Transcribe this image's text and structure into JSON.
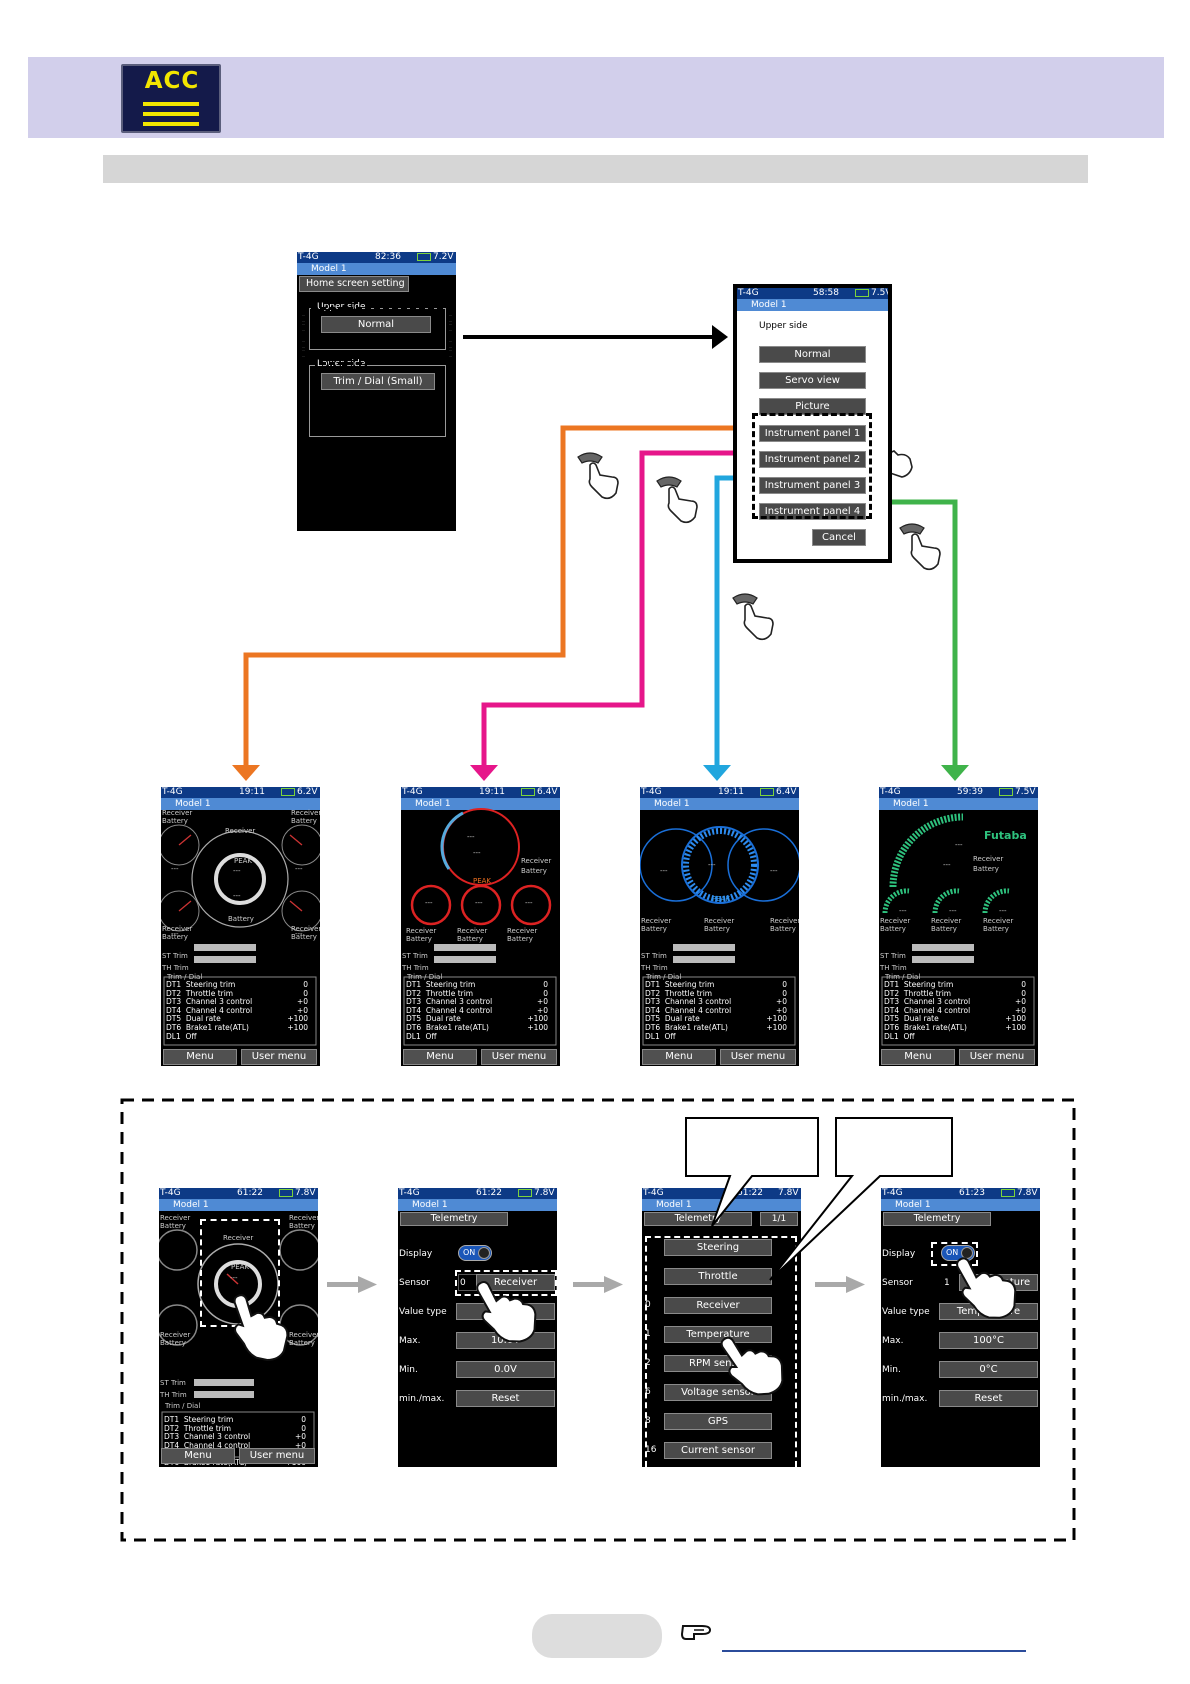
{
  "header": {
    "logo_text": "ACC"
  },
  "screen1": {
    "status_left": "T-4G",
    "status_time": "82:36",
    "status_batt": "7.2V",
    "model": "Model 1",
    "title": "Home screen setting",
    "upper_label": "Upper side",
    "upper_value": "Normal",
    "lower_label": "Lower side",
    "lower_value": "Trim / Dial (Small)"
  },
  "screen2": {
    "status_left": "T-4G",
    "status_time": "58:58",
    "status_batt": "7.5V",
    "model": "Model 1",
    "title": "Upper side",
    "options": [
      "Normal",
      "Servo view",
      "Picture",
      "Instrument panel 1",
      "Instrument panel 2",
      "Instrument panel 3",
      "Instrument panel 4"
    ],
    "cancel": "Cancel"
  },
  "panels": [
    {
      "time": "19:11",
      "batt": "6.2V",
      "model": "Model 1"
    },
    {
      "time": "19:11",
      "batt": "6.4V",
      "model": "Model 1"
    },
    {
      "time": "19:11",
      "batt": "6.4V",
      "model": "Model 1"
    },
    {
      "time": "59:39",
      "batt": "7.5V",
      "model": "Model 1",
      "brand": "Futaba"
    }
  ],
  "common": {
    "status_left": "T-4G",
    "receiver": "Receiver",
    "battery": "Battery",
    "receiver_battery_1": "Receiver",
    "receiver_battery_2": "Battery",
    "peak": "PEAK",
    "dashes": "---",
    "st_trim": "ST Trim",
    "th_trim": "TH Trim",
    "trim_dial": "Trim / Dial",
    "menu": "Menu",
    "user_menu": "User menu",
    "trim_rows": [
      {
        "code": "DT1",
        "name": "Steering trim",
        "val": "0"
      },
      {
        "code": "DT2",
        "name": "Throttle trim",
        "val": "0"
      },
      {
        "code": "DT3",
        "name": "Channel 3 control",
        "val": "+0"
      },
      {
        "code": "DT4",
        "name": "Channel 4 control",
        "val": "+0"
      },
      {
        "code": "DT5",
        "name": "Dual rate",
        "val": "+100"
      },
      {
        "code": "DT6",
        "name": "Brake1 rate(ATL)",
        "val": "+100"
      },
      {
        "code": "DL1",
        "name": "Off",
        "val": ""
      }
    ]
  },
  "bottom": {
    "s1": {
      "time": "61:22",
      "batt": "7.8V",
      "model": "Model 1"
    },
    "s2": {
      "time": "61:22",
      "batt": "7.8V",
      "model": "Model 1",
      "title": "Telemetry",
      "display": "Display",
      "on": "ON",
      "sensor": "Sensor",
      "sensor_num": "0",
      "sensor_val": "Receiver",
      "value_type": "Value type",
      "value_type_val": "Battery",
      "max": "Max.",
      "max_val": "10.0V",
      "min": "Min.",
      "min_val": "0.0V",
      "minmax": "min./max.",
      "reset": "Reset"
    },
    "s3": {
      "time": "61:22",
      "batt": "7.8V",
      "model": "Model 1",
      "title": "Telemetry",
      "page": "1/1",
      "items": [
        {
          "num": "",
          "label": "Steering"
        },
        {
          "num": "",
          "label": "Throttle"
        },
        {
          "num": "0",
          "label": "Receiver"
        },
        {
          "num": "1",
          "label": "Temperature"
        },
        {
          "num": "2",
          "label": "RPM sensor"
        },
        {
          "num": "6",
          "label": "Voltage sensor"
        },
        {
          "num": "8",
          "label": "GPS"
        },
        {
          "num": "16",
          "label": "Current sensor"
        }
      ]
    },
    "s4": {
      "time": "61:23",
      "batt": "7.8V",
      "model": "Model 1",
      "title": "Telemetry",
      "display": "Display",
      "on": "ON",
      "sensor": "Sensor",
      "sensor_num": "1",
      "sensor_val": "Temperature",
      "value_type": "Value type",
      "value_type_val": "Temperature",
      "max": "Max.",
      "max_val": "100°C",
      "min": "Min.",
      "min_val": "0°C",
      "minmax": "min./max.",
      "reset": "Reset"
    }
  },
  "footer": {
    "ref_icon": "pointing-hand-icon"
  },
  "colors": {
    "orange": "#ec7622",
    "magenta": "#e6168a",
    "cyan": "#21a6de",
    "green": "#3fb34a",
    "header_bg": "#d2cfeb"
  }
}
